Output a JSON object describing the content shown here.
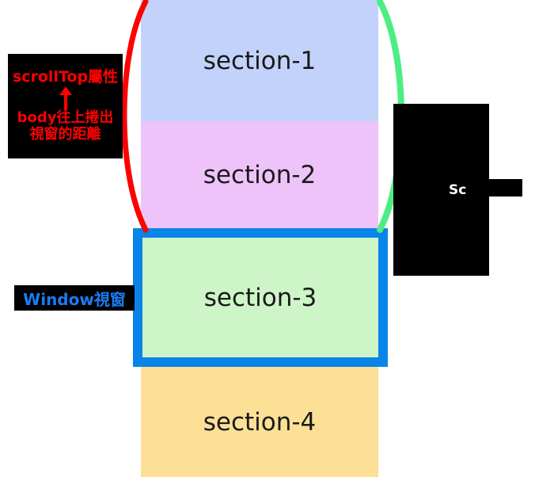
{
  "diagram": {
    "title": "scrollTop / window viewport diagram",
    "sections": [
      {
        "id": "section-1",
        "label": "section-1",
        "color": "#c3d2fa"
      },
      {
        "id": "section-2",
        "label": "section-2",
        "color": "#eec3fa"
      },
      {
        "id": "section-3",
        "label": "section-3",
        "color": "#cdf5c7"
      },
      {
        "id": "section-4",
        "label": "section-4",
        "color": "#fbe096"
      }
    ],
    "annotations": {
      "scrolltop_note": {
        "top_text": "scrollTop屬性",
        "arrow": "up-arrow",
        "bottom_line_1": "body往上捲出",
        "bottom_line_2": "視窗的距離",
        "text_color": "#ff0000",
        "background": "#000000"
      },
      "window_label": {
        "text": "Window視窗",
        "text_color": "#1a7cf5",
        "background": "#000000"
      },
      "right_note": {
        "text": "Sc",
        "text_color": "#ffffff",
        "background": "#000000"
      }
    },
    "braces": {
      "left": {
        "name": "red-arc",
        "color": "#ff0000"
      },
      "right": {
        "name": "green-arc",
        "color": "#4ded84"
      }
    },
    "window_box": {
      "border_color": "#0a84e8",
      "fill_color": "#cdf5c7"
    }
  }
}
